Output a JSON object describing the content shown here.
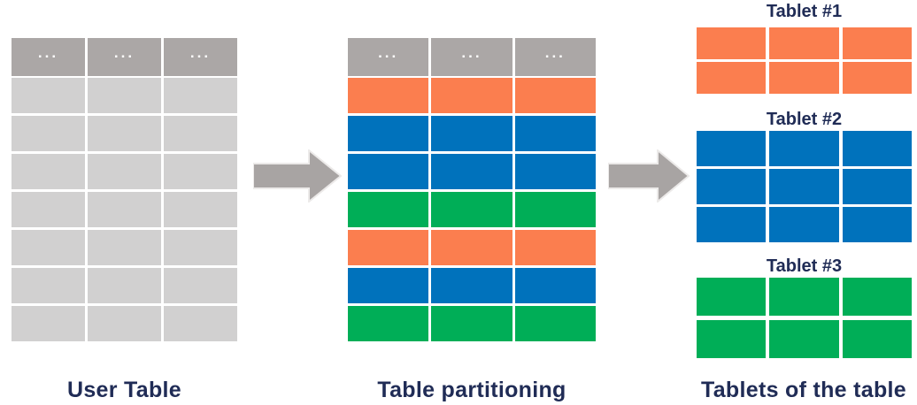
{
  "colors": {
    "header_gray": "#aba7a6",
    "row_gray": "#d1d0d0",
    "orange": "#fb7e4f",
    "blue": "#0072bc",
    "green": "#00ae57",
    "arrow_gray": "#a8a4a3",
    "arrow_outline": "#eceae9",
    "label_navy": "#202c56",
    "dots_white": "#ffffff"
  },
  "user_table": {
    "label": "User Table",
    "header_cells": [
      "...",
      "...",
      "..."
    ],
    "columns": 3,
    "row_colors": [
      "row_gray",
      "row_gray",
      "row_gray",
      "row_gray",
      "row_gray",
      "row_gray",
      "row_gray"
    ]
  },
  "partitioned_table": {
    "label": "Table partitioning",
    "header_cells": [
      "...",
      "...",
      "..."
    ],
    "columns": 3,
    "row_colors": [
      "orange",
      "blue",
      "blue",
      "green",
      "orange",
      "blue",
      "green"
    ]
  },
  "tablets": {
    "label": "Tablets of the table",
    "items": [
      {
        "title": "Tablet #1",
        "color": "orange",
        "rows": 2,
        "columns": 3
      },
      {
        "title": "Tablet #2",
        "color": "blue",
        "rows": 3,
        "columns": 3
      },
      {
        "title": "Tablet #3",
        "color": "green",
        "rows": 2,
        "columns": 3
      }
    ]
  },
  "arrows": [
    {
      "name": "user-to-partition",
      "direction": "right"
    },
    {
      "name": "partition-to-tablets",
      "direction": "right"
    }
  ]
}
